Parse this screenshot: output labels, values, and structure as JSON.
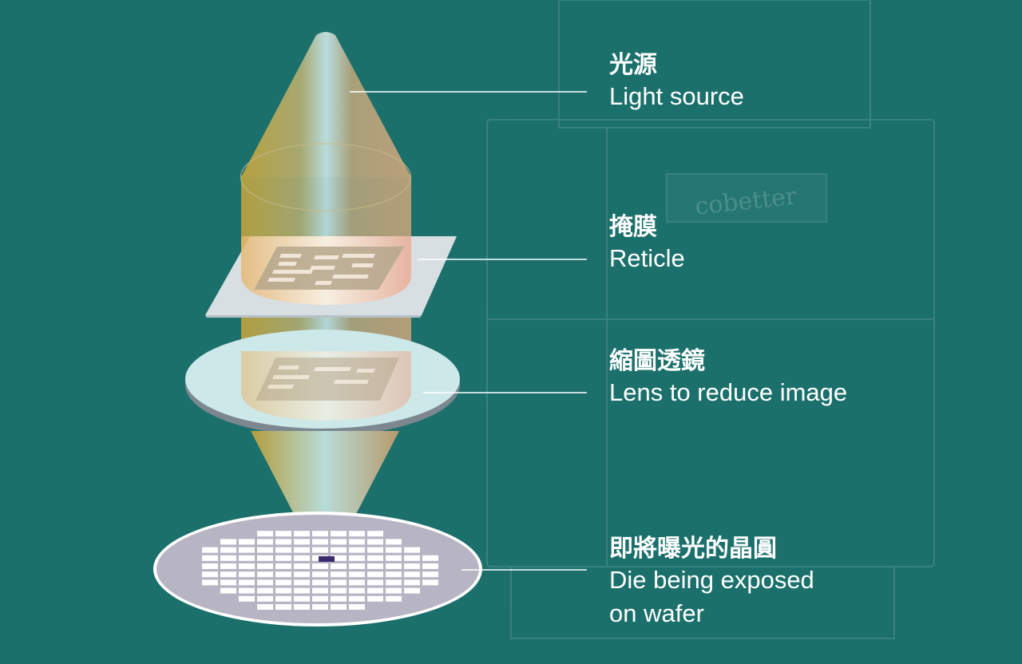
{
  "background_machine": {
    "brand_text": "cobetter"
  },
  "labels": [
    {
      "id": "light-source",
      "zh": "光源",
      "en": "Light source"
    },
    {
      "id": "reticle",
      "zh": "掩膜",
      "en": "Reticle"
    },
    {
      "id": "lens",
      "zh": "縮圖透鏡",
      "en": "Lens to reduce image"
    },
    {
      "id": "wafer",
      "zh": "即將曝光的晶圓",
      "en": "Die being exposed",
      "en2": "on wafer"
    }
  ],
  "colors": {
    "background": "#1b706c",
    "leader_line": "#ffffff",
    "beam_gold": "#b8a04a",
    "beam_center": "#a9cfd0",
    "reticle": "#d8dfe3",
    "lens_top": "#cde8e8",
    "lens_edge": "#7c8790",
    "wafer": "#b7b4c4",
    "exposed_die": "#3b2a6e"
  }
}
